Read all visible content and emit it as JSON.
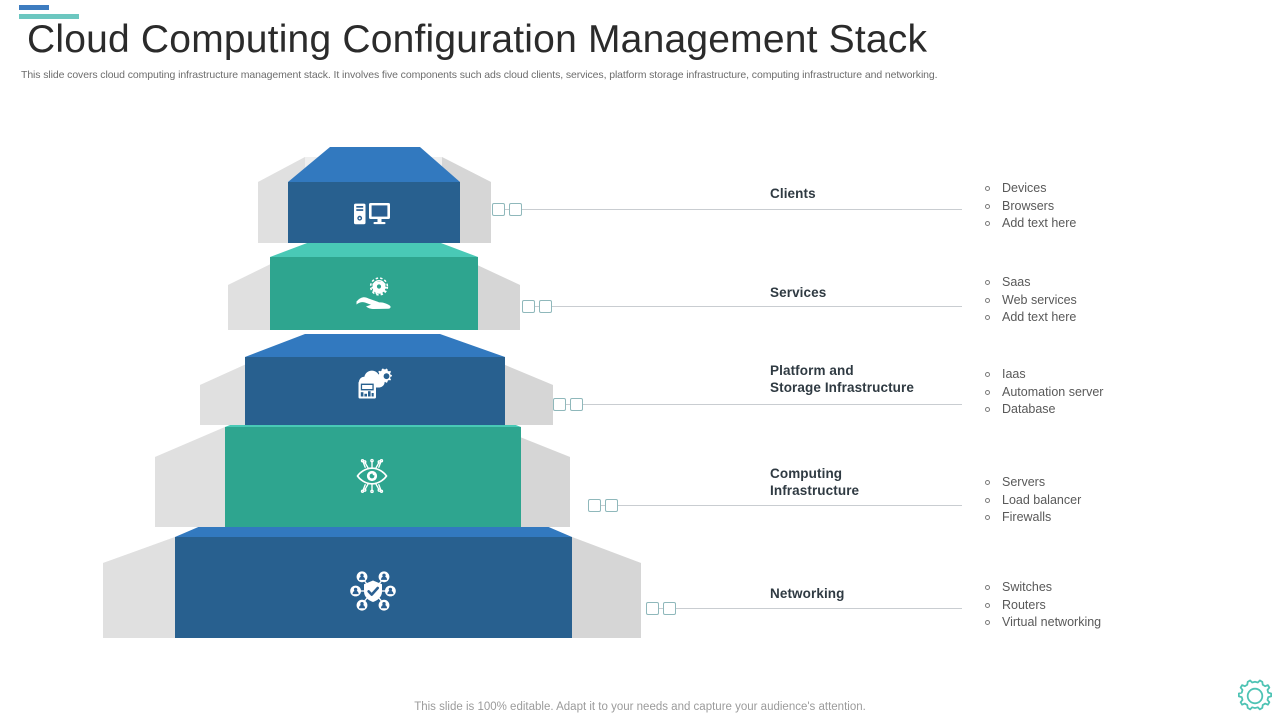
{
  "header": {
    "title": "Cloud Computing Configuration Management Stack",
    "subtitle": "This slide covers cloud computing infrastructure management stack. It involves five components such ads cloud clients, services, platform storage infrastructure, computing infrastructure and networking.",
    "accent_blue": "#3d7cc0",
    "accent_teal": "#6cc7c0"
  },
  "footer": {
    "note": "This slide is 100% editable. Adapt it to your needs and capture your audience's attention.",
    "logo_icon": "gear-icon",
    "logo_color": "#4ec3b4"
  },
  "colors": {
    "blue_top": "#3279bf",
    "blue_front": "#28608f",
    "teal_top": "#49c9b6",
    "teal_front": "#2ea58f",
    "step_side": "#d6d6d6",
    "step_side_light": "#efefef",
    "connector": "#c9cdd1",
    "node_border": "#8fb8bb"
  },
  "tiers": [
    {
      "label": "Clients",
      "label_lines": [
        "Clients"
      ],
      "icon": "desktop-computer-icon",
      "color_scheme": "blue",
      "bullets": [
        "Devices",
        "Browsers",
        "Add text here"
      ]
    },
    {
      "label": "Services",
      "label_lines": [
        "Services"
      ],
      "icon": "hand-gear-service-icon",
      "color_scheme": "teal",
      "bullets": [
        "Saas",
        "Web services",
        "Add text here"
      ]
    },
    {
      "label": "Platform and Storage Infrastructure",
      "label_lines": [
        "Platform and",
        "Storage Infrastructure"
      ],
      "icon": "cloud-gear-server-icon",
      "color_scheme": "blue",
      "bullets": [
        "Iaas",
        "Automation server",
        "Database"
      ]
    },
    {
      "label": "Computing Infrastructure",
      "label_lines": [
        "Computing",
        "Infrastructure"
      ],
      "icon": "circuit-eye-icon",
      "color_scheme": "teal",
      "bullets": [
        "Servers",
        "Load balancer",
        "Firewalls"
      ]
    },
    {
      "label": "Networking",
      "label_lines": [
        "Networking"
      ],
      "icon": "network-shield-users-icon",
      "color_scheme": "blue",
      "bullets": [
        "Switches",
        "Routers",
        "Virtual networking"
      ]
    }
  ]
}
